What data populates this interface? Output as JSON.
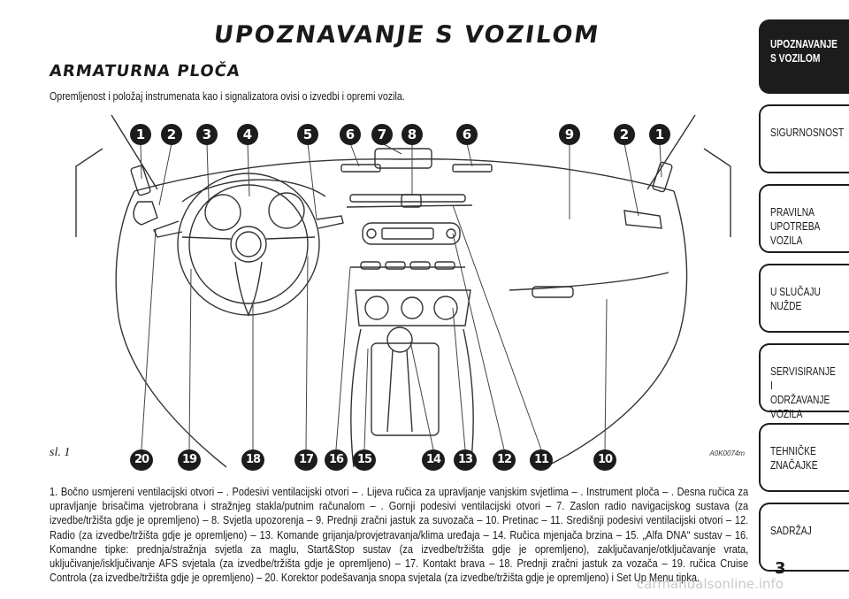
{
  "header": {
    "title": "UPOZNAVANJE S VOZILOM",
    "section_title": "ARMATURNA PLOČA",
    "intro": "Opremljenost i položaj instrumenata kao i signalizatora ovisi o izvedbi i opremi vozila."
  },
  "figure": {
    "label": "sl. 1",
    "code": "A0K0074m",
    "top_numbers": [
      "1",
      "2",
      "3",
      "4",
      "5",
      "6",
      "7",
      "8",
      "6",
      "9",
      "2",
      "1"
    ],
    "bottom_numbers": [
      "20",
      "19",
      "18",
      "17",
      "16",
      "15",
      "14",
      "13",
      "12",
      "11",
      "10"
    ]
  },
  "legend": "1. Bočno usmjereni ventilacijski otvori – . Podesivi ventilacijski otvori – . Lijeva ručica za upravljanje vanjskim svjetlima – . Instrument ploča – . Desna ručica za upravljanje brisačima vjetrobrana i stražnjeg stakla/putnim računalom – . Gornji podesivi ventilacijski otvori – 7. Zaslon radio navigacijskog sustava (za izvedbe/tržišta gdje je opremljeno) – 8. Svjetla upozorenja – 9. Prednji zračni jastuk za suvozača – 10. Pretinac – 11. Središnji podesivi ventilacijski otvori – 12. Radio (za izvedbe/tržišta gdje je opremljeno) – 13. Komande grijanja/provjetravanja/klima uređaja – 14. Ručica mjenjača brzina – 15. „Alfa DNA“ sustav – 16. Komandne tipke: prednja/stražnja svjetla za maglu, Start&Stop sustav (za izvedbe/tržišta gdje je opremljeno), zaključavanje/otključavanje vrata, uključivanje/isključivanje AFS svjetala (za izvedbe/tržišta gdje je opremljeno) – 17. Kontakt brava – 18. Prednji zračni jastuk za vozača – 19. ručica Cruise Controla (za izvedbe/tržišta gdje je opremljeno) – 20. Korektor  podešavanja snopa svjetala (za izvedbe/tržišta gdje je opremljeno) i Set Up Menu tipka.",
  "sidebar": {
    "tabs": [
      {
        "label": "UPOZNAVANJE\nS VOZILOM",
        "active": true
      },
      {
        "label": "SIGURNOSNOST",
        "active": false
      },
      {
        "label": "PRAVILNA\nUPOTREBA\nVOZILA",
        "active": false
      },
      {
        "label": "U SLUČAJU\nNUŽDE",
        "active": false
      },
      {
        "label": "SERVISIRANJE I\nODRŽAVANJE\nVOZILA",
        "active": false
      },
      {
        "label": "TEHNIČKE\nZNAČAJKE",
        "active": false
      },
      {
        "label": "SADRŽAJ",
        "active": false
      }
    ]
  },
  "page_number": "3",
  "watermark": "carmanualsonline.info"
}
